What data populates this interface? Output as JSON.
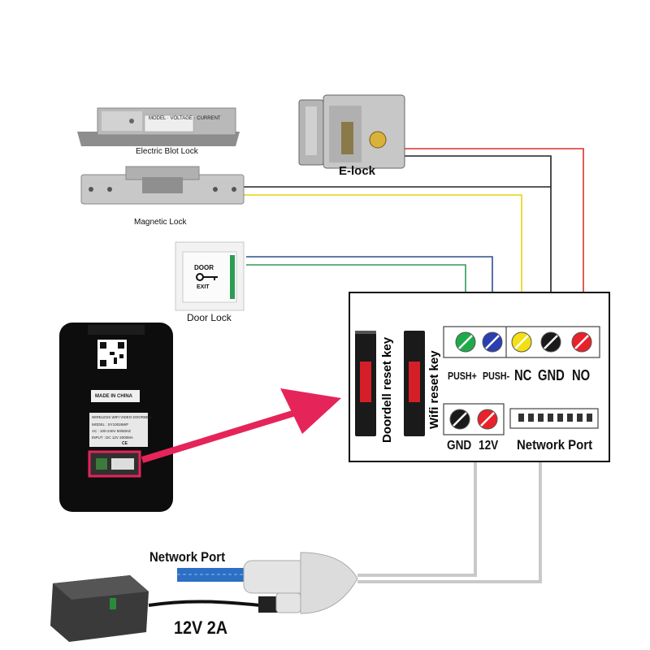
{
  "devices": {
    "electric_bolt_lock": {
      "label": "Electric Blot Lock"
    },
    "magnetic_lock": {
      "label": "Magnetic Lock"
    },
    "elock": {
      "label": "E-lock"
    },
    "door_lock": {
      "label": "Door Lock",
      "button_top": "DOOR",
      "button_bottom": "EXIT"
    },
    "doorbell": {
      "made_in": "MADE IN CHINA",
      "plate_title": "WIRELESS WIFI VIDEO DOORBELL",
      "model": "MODEL : SY10026WF",
      "ac": "AC : 100-240V 50/60HZ",
      "input": "INPUT : DC 12V      2000MA",
      "ce": "CE"
    },
    "power_adapter": {
      "label": "12V  2A"
    },
    "network_cable": {
      "label": "Network Port"
    }
  },
  "terminal_block": {
    "terminals_top": [
      "PUSH+",
      "PUSH-",
      "NC",
      "GND",
      "NO"
    ],
    "terminal_colors": [
      "#1faa4a",
      "#2a3fb0",
      "#f2e012",
      "#1a1a1a",
      "#e8212a"
    ],
    "terminals_power": [
      "GND",
      "12V"
    ],
    "power_colors": [
      "#1a1a1a",
      "#e8212a"
    ],
    "network_port_label": "Network Port",
    "reset_keys": [
      "Doordell reset key",
      "Wifi reset key"
    ]
  },
  "wire_colors": {
    "red": "#d9322b",
    "black": "#222222",
    "yellow": "#e8d20f",
    "blue": "#2f4e8f",
    "green": "#2f9a5a",
    "gray": "#c8c8c8",
    "arrow": "#e5245a"
  }
}
